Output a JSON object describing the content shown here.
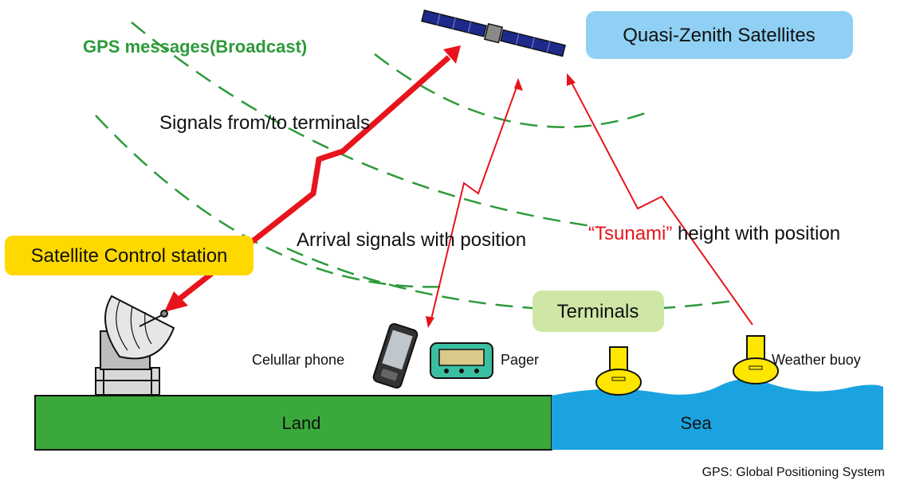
{
  "labels": {
    "gps_messages": "GPS messages(Broadcast)",
    "qzs": "Quasi-Zenith Satellites",
    "signals_terminals": "Signals from/to terminals",
    "control_station": "Satellite Control station",
    "arrival_signals": "Arrival signals with position",
    "tsunami_word": "“Tsunami”",
    "tsunami_rest": " height with position",
    "terminals": "Terminals",
    "cell_phone": "Celullar phone",
    "pager": "Pager",
    "weather_buoy": "Weather buoy",
    "land": "Land",
    "sea": "Sea",
    "footnote": "GPS: Global Positioning System"
  },
  "colors": {
    "gps_green": "#2d9a3a",
    "arrow_red": "#e8141c",
    "tsunami_red": "#e8141c",
    "qzs_box": "#8fd0f4",
    "control_box": "#ffd800",
    "terminals_box": "#cfe7a6",
    "land": "#3aa83a",
    "sea": "#1aa3e0",
    "buoy": "#ffe600"
  },
  "icons": [
    "satellite-icon",
    "dish-antenna-icon",
    "cell-phone-icon",
    "pager-icon",
    "weather-buoy-icon"
  ]
}
